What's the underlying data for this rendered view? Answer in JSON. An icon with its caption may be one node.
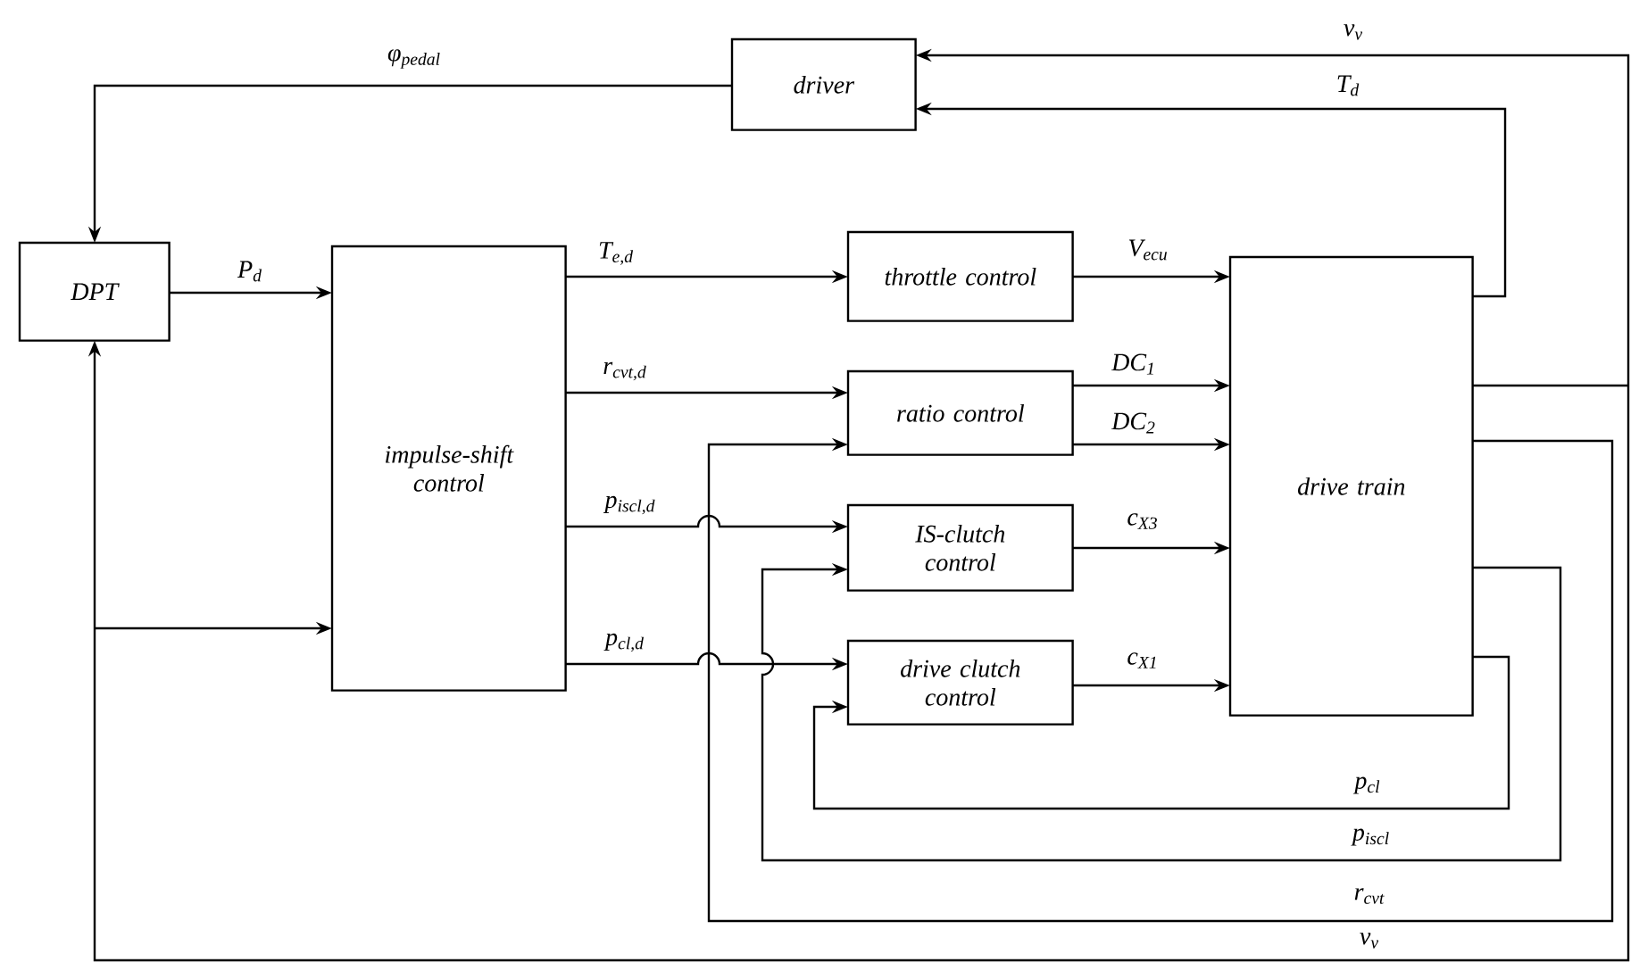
{
  "diagram": {
    "nodes": [
      {
        "text": [
          "driver"
        ]
      },
      {
        "text": [
          "DPT"
        ]
      },
      {
        "text": [
          "impulse-shift control"
        ]
      },
      {
        "text": [
          "throttle control"
        ]
      },
      {
        "text": [
          "ratio control"
        ]
      },
      {
        "text": [
          "IS-clutch control"
        ]
      },
      {
        "text": [
          "drive clutch control"
        ]
      },
      {
        "text": [
          "drive train"
        ]
      }
    ],
    "edges": [
      {
        "from": 0,
        "to": 1,
        "arrow": "to",
        "label": "φ$_{pedal}$"
      },
      {
        "from": 1,
        "to": 2,
        "arrow": "to",
        "label": "P$_{d}$"
      },
      {
        "from": 2,
        "to": 3,
        "arrow": "to",
        "label": "T$_{e,d}$"
      },
      {
        "from": 2,
        "to": 4,
        "arrow": "to",
        "label": "r$_{cvt,d}$"
      },
      {
        "from": 2,
        "to": 5,
        "arrow": "to",
        "label": "p$_{iscl,d}$"
      },
      {
        "from": 2,
        "to": 6,
        "arrow": "to",
        "label": "p$_{cl,d}$"
      },
      {
        "from": 3,
        "to": 7,
        "arrow": "to",
        "label": "V$_{ecu}$"
      },
      {
        "from": 4,
        "to": 7,
        "arrow": "to",
        "label": "DC$_{1}$"
      },
      {
        "from": 4,
        "to": 7,
        "arrow": "to",
        "label": "DC$_{2}$"
      },
      {
        "from": 5,
        "to": 7,
        "arrow": "to",
        "label": "c$_{X3}$"
      },
      {
        "from": 6,
        "to": 7,
        "arrow": "to",
        "label": "c$_{X1}$"
      },
      {
        "from": 7,
        "to": 0,
        "arrow": "to",
        "label": "T$_{d}$"
      },
      {
        "from": 7,
        "to": 0,
        "arrow": "to",
        "label": "v$_{v}$"
      },
      {
        "from": 7,
        "to": 1,
        "arrow": "to",
        "label": "v$_{v}$"
      },
      {
        "from": 7,
        "to": 2,
        "arrow": "to"
      },
      {
        "from": 7,
        "to": 6,
        "arrow": "to",
        "label": "p$_{cl}$"
      },
      {
        "from": 7,
        "to": 5,
        "arrow": "to",
        "label": "p$_{iscl}$"
      },
      {
        "from": 7,
        "to": 4,
        "arrow": "to",
        "label": "r$_{cvt}$"
      }
    ]
  }
}
